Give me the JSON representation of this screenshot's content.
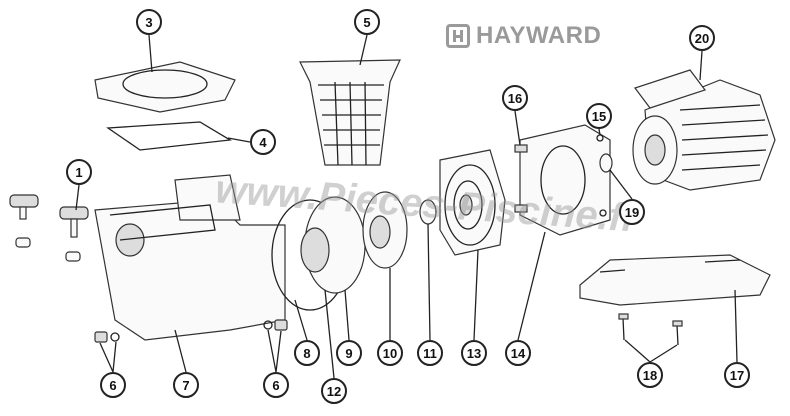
{
  "brand": {
    "logo_text": "HAYWARD"
  },
  "watermark": "www.Pieces-Piscine.fr",
  "callouts": {
    "c1": "1",
    "c3": "3",
    "c4": "4",
    "c5": "5",
    "c6a": "6",
    "c6b": "6",
    "c7": "7",
    "c8": "8",
    "c9": "9",
    "c10": "10",
    "c11": "11",
    "c12": "12",
    "c13": "13",
    "c14": "14",
    "c15": "15",
    "c16": "16",
    "c17": "17",
    "c18": "18",
    "c19": "19",
    "c20": "20"
  }
}
